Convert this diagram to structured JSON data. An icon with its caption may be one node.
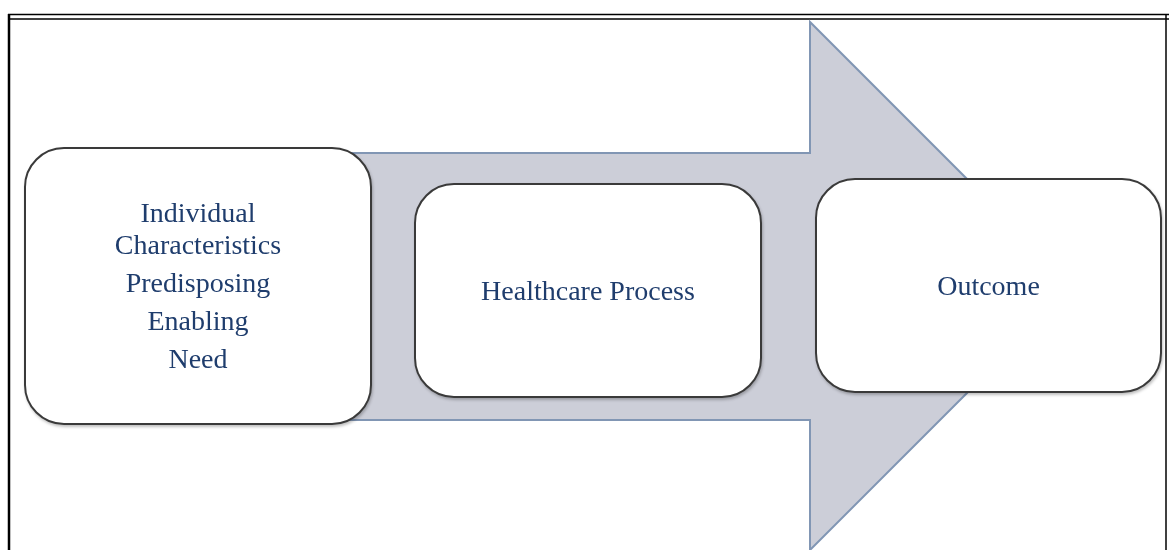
{
  "diagram": {
    "nodes": [
      {
        "text": [
          "Individual Characteristics",
          "Predisposing",
          "Enabling",
          "Need"
        ]
      },
      {
        "text": [
          "Healthcare Process"
        ]
      },
      {
        "text": [
          "Outcome"
        ]
      }
    ],
    "edges": [
      {
        "from": 0,
        "to": 2,
        "arrow": "to"
      }
    ]
  }
}
